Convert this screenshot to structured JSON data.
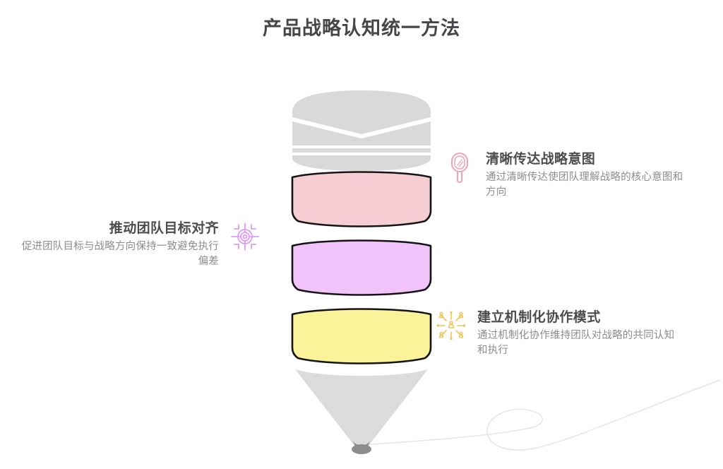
{
  "slide": {
    "title": "产品战略认知统一方法",
    "background_color": "#ffffff",
    "title_color": "#46464a"
  },
  "funnel": {
    "cap": {
      "name": "funnel-lid",
      "color": "#d9d9d9"
    },
    "segments": [
      {
        "id": "segment-pink",
        "color": "#f7cdd4",
        "stroke": "#1a1a1a",
        "linked_callout": "清晰传达战略意图"
      },
      {
        "id": "segment-purple",
        "color": "#f2c2fb",
        "stroke": "#1a1a1a",
        "linked_callout": "推动团队目标对齐"
      },
      {
        "id": "segment-yellow",
        "color": "#fbf39a",
        "stroke": "#1a1a1a",
        "linked_callout": "建立机制化协作模式"
      }
    ],
    "spout": {
      "name": "funnel-cone",
      "color": "#dcdcdc",
      "tip_color": "#8c8c8c"
    }
  },
  "callouts": [
    {
      "id": "callout-1",
      "side": "right",
      "icon": "hand-mirror-icon",
      "icon_color": "#f2a3b3",
      "title": "清晰传达战略意图",
      "description": "通过清晰传达使团队理解战略的核心意图和方向"
    },
    {
      "id": "callout-2",
      "side": "left",
      "icon": "target-crosshair-icon",
      "icon_color": "#e29af5",
      "title": "推动团队目标对齐",
      "description": "促进团队目标与战略方向保持一致避免执行偏差"
    },
    {
      "id": "callout-3",
      "side": "right",
      "icon": "team-network-icon",
      "icon_color": "#efc65a",
      "title": "建立机制化协作模式",
      "description": "通过机制化协作维持团队对战略的共同认知和执行"
    }
  ],
  "decoration": {
    "swoosh": "decorative-loop-line",
    "swoosh_color": "#e8e8e8"
  }
}
